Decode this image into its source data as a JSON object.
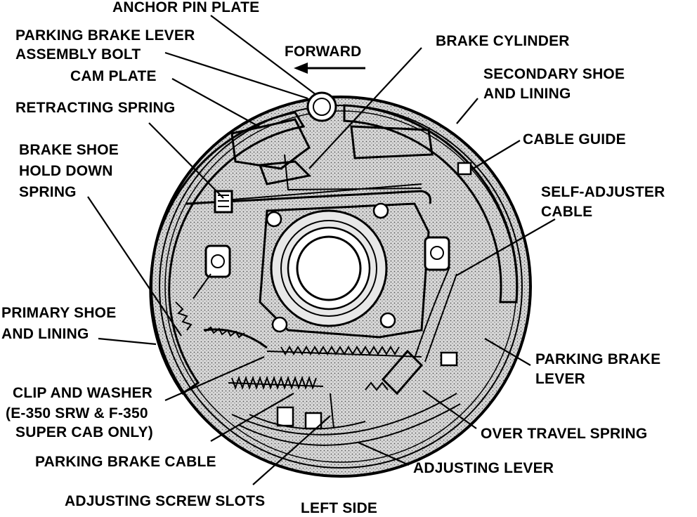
{
  "diagram": {
    "direction_label": "FORWARD",
    "caption": "LEFT SIDE",
    "labels": {
      "anchor_pin_plate": "ANCHOR PIN PLATE",
      "parking_brake_lever_assembly_bolt_1": "PARKING BRAKE LEVER",
      "parking_brake_lever_assembly_bolt_2": "ASSEMBLY BOLT",
      "cam_plate": "CAM PLATE",
      "retracting_spring": "RETRACTING SPRING",
      "brake_shoe_hold_down_spring_1": "BRAKE SHOE",
      "brake_shoe_hold_down_spring_2": "HOLD DOWN",
      "brake_shoe_hold_down_spring_3": "SPRING",
      "primary_shoe_and_lining_1": "PRIMARY SHOE",
      "primary_shoe_and_lining_2": "AND LINING",
      "clip_and_washer_1": "CLIP AND WASHER",
      "clip_and_washer_2": "(E-350 SRW & F-350",
      "clip_and_washer_3": "SUPER CAB ONLY)",
      "parking_brake_cable": "PARKING BRAKE CABLE",
      "adjusting_screw_slots": "ADJUSTING SCREW SLOTS",
      "brake_cylinder": "BRAKE CYLINDER",
      "secondary_shoe_and_lining_1": "SECONDARY SHOE",
      "secondary_shoe_and_lining_2": "AND LINING",
      "cable_guide": "CABLE GUIDE",
      "self_adjuster_cable_1": "SELF-ADJUSTER",
      "self_adjuster_cable_2": "CABLE",
      "parking_brake_lever_1": "PARKING BRAKE",
      "parking_brake_lever_2": "LEVER",
      "over_travel_spring": "OVER TRAVEL SPRING",
      "adjusting_lever": "ADJUSTING LEVER"
    }
  }
}
